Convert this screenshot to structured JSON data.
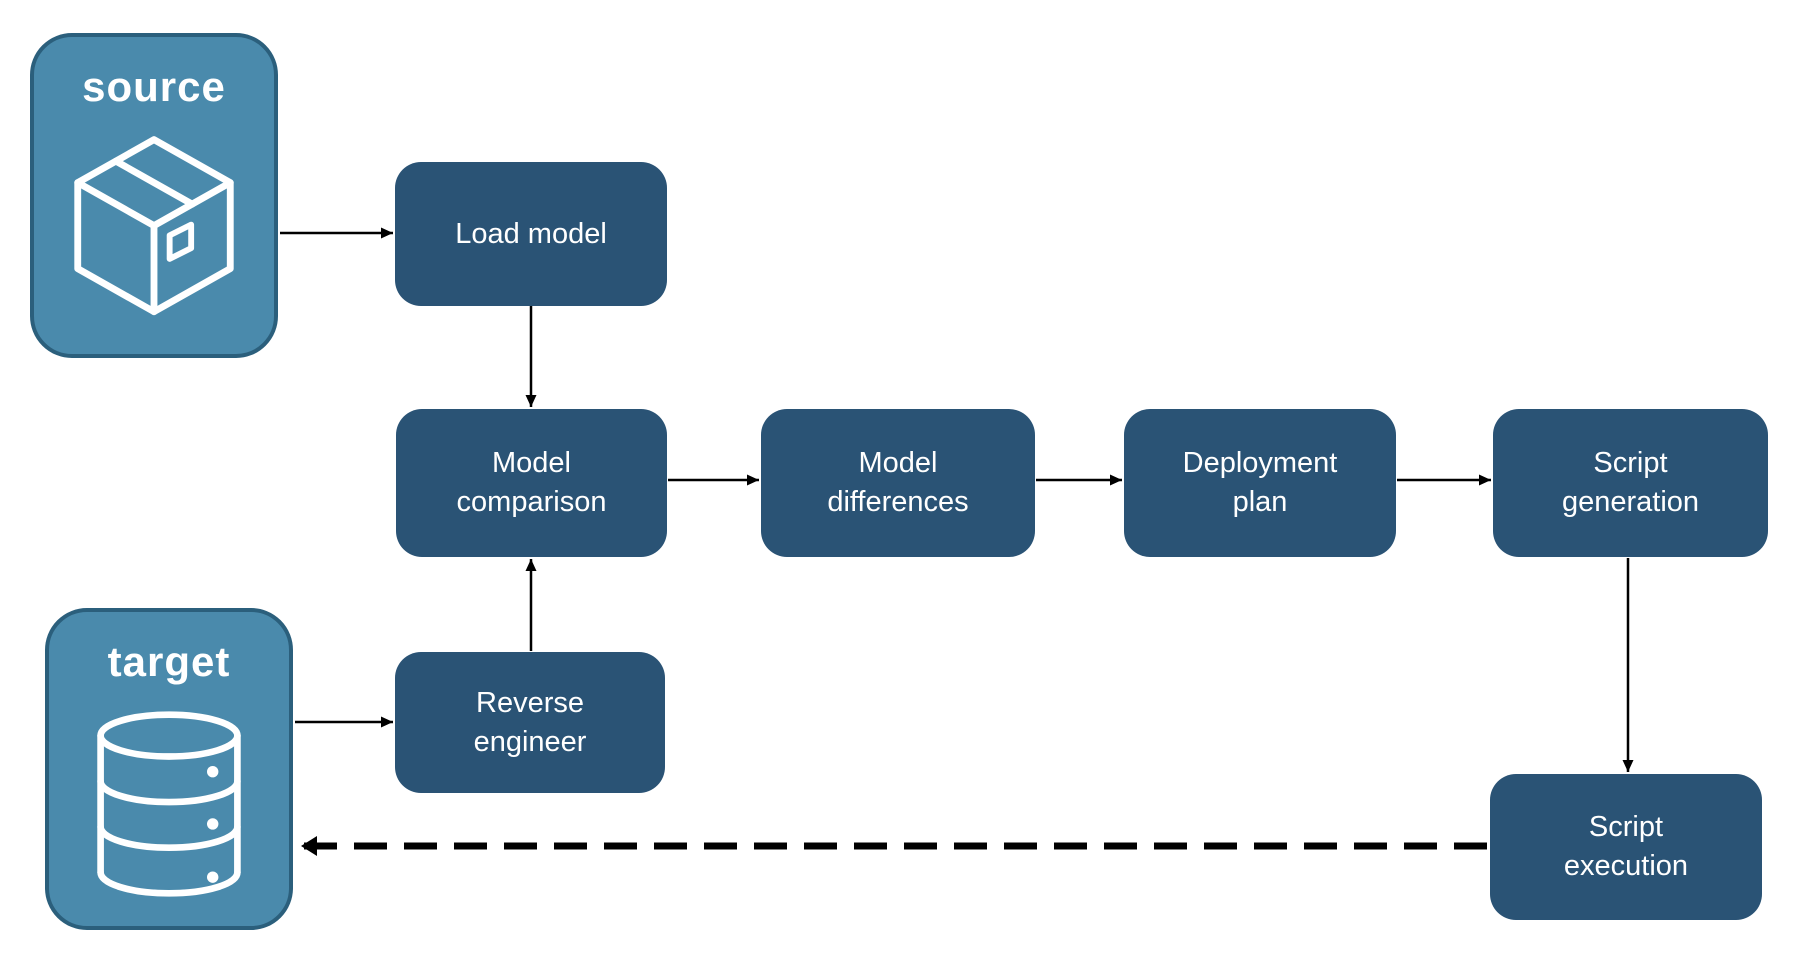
{
  "colors": {
    "node_fill": "#2a5375",
    "endpoint_fill": "#4a8aac",
    "endpoint_border": "#2b5f7c",
    "text_color": "#ffffff",
    "arrow_color": "#000000"
  },
  "nodes": {
    "source": {
      "label": "source",
      "icon": "package-icon"
    },
    "target": {
      "label": "target",
      "icon": "database-icon"
    },
    "load_model": {
      "lines": [
        "Load model"
      ]
    },
    "model_comparison": {
      "lines": [
        "Model",
        "comparison"
      ]
    },
    "model_differences": {
      "lines": [
        "Model",
        "differences"
      ]
    },
    "deployment_plan": {
      "lines": [
        "Deployment",
        "plan"
      ]
    },
    "script_generation": {
      "lines": [
        "Script",
        "generation"
      ]
    },
    "reverse_engineer": {
      "lines": [
        "Reverse",
        "engineer"
      ]
    },
    "script_execution": {
      "lines": [
        "Script",
        "execution"
      ]
    }
  },
  "edges": [
    {
      "from": "source",
      "to": "load_model",
      "style": "solid"
    },
    {
      "from": "load_model",
      "to": "model_comparison",
      "style": "solid"
    },
    {
      "from": "model_comparison",
      "to": "model_differences",
      "style": "solid"
    },
    {
      "from": "model_differences",
      "to": "deployment_plan",
      "style": "solid"
    },
    {
      "from": "deployment_plan",
      "to": "script_generation",
      "style": "solid"
    },
    {
      "from": "script_generation",
      "to": "script_execution",
      "style": "solid"
    },
    {
      "from": "reverse_engineer",
      "to": "model_comparison",
      "style": "solid"
    },
    {
      "from": "target",
      "to": "reverse_engineer",
      "style": "solid"
    },
    {
      "from": "script_execution",
      "to": "target",
      "style": "dashed"
    }
  ]
}
